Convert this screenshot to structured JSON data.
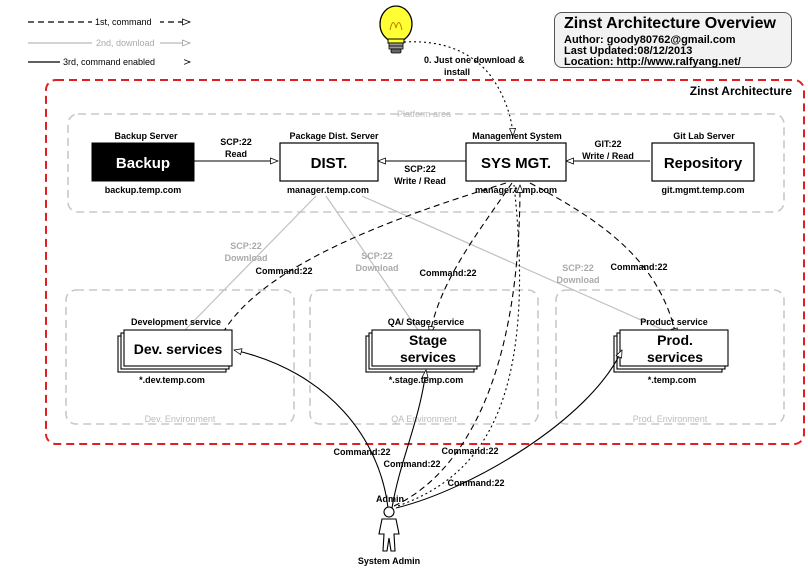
{
  "legend": {
    "first": "1st, command",
    "second": "2nd, download",
    "third": "3rd, command enabled"
  },
  "info": {
    "title": "Zinst Architecture Overview",
    "author": "Author: goody80762@gmail.com",
    "updated": "Last Updated:08/12/2013",
    "location": "Location: http://www.ralfyang.net/"
  },
  "idea_note": "0. Just one download & install",
  "architecture_title": "Zinst Architecture",
  "platform_area": "Platform area",
  "nodes": {
    "backup": {
      "header": "Backup Server",
      "label": "Backup",
      "host": "backup.temp.com"
    },
    "dist": {
      "header": "Package Dist. Server",
      "label": "DIST.",
      "host": "manager.temp.com"
    },
    "sysmgt": {
      "header": "Management System",
      "label": "SYS MGT.",
      "host": "manager.temp.com"
    },
    "repo": {
      "header": "Git Lab Server",
      "label": "Repository",
      "host": "git.mgmt.temp.com"
    },
    "dev": {
      "header": "Development service",
      "label": "Dev. services",
      "host": "*.dev.temp.com"
    },
    "stage": {
      "header": "QA/ Stage service",
      "label": "Stage services",
      "host": "*.stage.temp.com"
    },
    "prod": {
      "header": "Product service",
      "label": "Prod. services",
      "host": "*.temp.com"
    }
  },
  "environments": {
    "dev": "Dev. Environment",
    "qa": "QA Environment",
    "prod": "Prod. Environment"
  },
  "edge_labels": {
    "scp_read": "SCP:22 Read",
    "scp_write_read": "SCP:22 Write / Read",
    "git_write_read": "GIT:22 Write / Read",
    "scp_download": "SCP:22 Download",
    "command": "Command:22"
  },
  "admin": {
    "top": "Admin",
    "bottom": "System Admin"
  }
}
